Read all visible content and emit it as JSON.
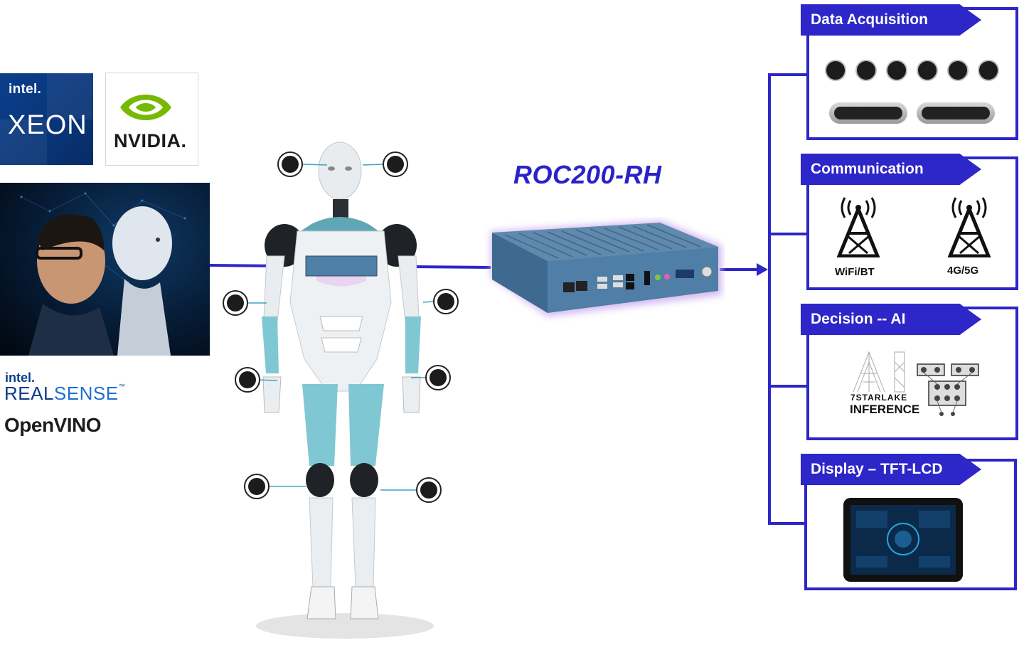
{
  "logos": {
    "xeon": {
      "brand": "intel.",
      "name": "XEON"
    },
    "nvidia": {
      "name": "NVIDIA."
    },
    "realsense": {
      "brand": "intel.",
      "name_part1": "REAL",
      "name_part2": "SENSE",
      "tm": "™"
    },
    "openvino": {
      "name": "OpenVINO"
    }
  },
  "title": "ROC200-RH",
  "panels": [
    {
      "label": "Data Acquisition"
    },
    {
      "label": "Communication",
      "items": [
        "WiFi/BT",
        "4G/5G"
      ]
    },
    {
      "label": "Decision -- AI",
      "ai_text1": "7STARLAKE",
      "ai_text2": "INFERENCE"
    },
    {
      "label": "Display – TFT-LCD"
    }
  ],
  "colors": {
    "accent": "#2d26c8",
    "title": "#2a22c9",
    "device": "#4f7fa6"
  },
  "icons": [
    "camera-icon",
    "depth-camera-icon",
    "antenna-icon",
    "ai-chip-icon",
    "tablet-icon",
    "robot-icon",
    "computer-icon"
  ]
}
